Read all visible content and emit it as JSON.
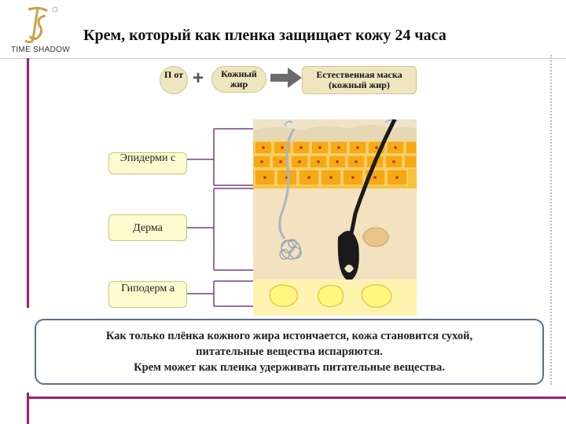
{
  "logo": {
    "text": "TIME SHADOW",
    "mark": "ts-monogram-logo"
  },
  "title": "Крем, который как пленка защищает кожу 24 часа",
  "formula": {
    "sweat": "П от",
    "sebum": "Кожный жир",
    "plus": "+",
    "result": "Естественная маска (кожный жир)"
  },
  "layers": {
    "epidermis": "Эпидерми с",
    "dermis": "Дерма",
    "hypodermis": "Гиподерм а"
  },
  "note": {
    "line1": "Как только плёнка кожного жира истончается, кожа становится сухой,",
    "line2": "питательные вещества испаряются.",
    "line3": "Крем может как пленка удерживать питательные вещества."
  },
  "colors": {
    "accent": "#9c1f74",
    "pill": "#efe6c0",
    "label": "#fffbd0",
    "cells": "#f5b31e",
    "dermis": "#f3e2c0",
    "fat": "#fff3b0"
  }
}
